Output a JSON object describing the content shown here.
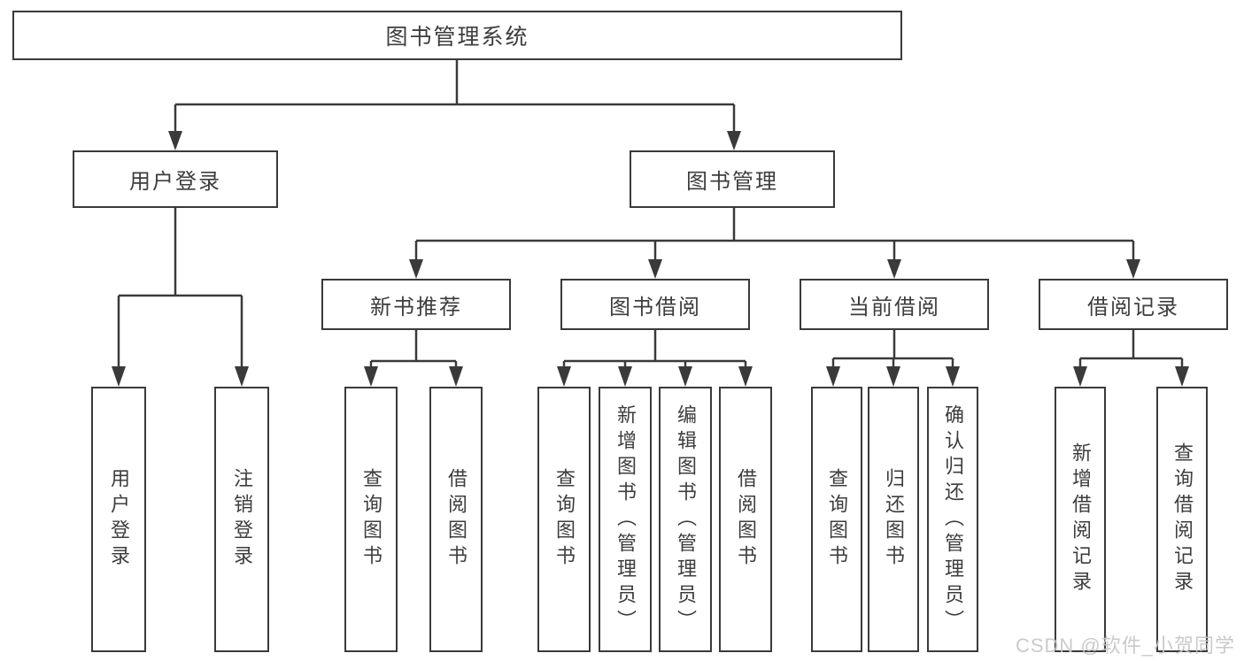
{
  "tree": {
    "label": "图书管理系统",
    "children": [
      {
        "label": "用户登录",
        "children": [
          {
            "label": "用户登录"
          },
          {
            "label": "注销登录"
          }
        ]
      },
      {
        "label": "图书管理",
        "children": [
          {
            "label": "新书推荐",
            "children": [
              {
                "label": "查询图书"
              },
              {
                "label": "借阅图书"
              }
            ]
          },
          {
            "label": "图书借阅",
            "children": [
              {
                "label": "查询图书"
              },
              {
                "label": "新增图书（管理员）"
              },
              {
                "label": "编辑图书（管理员）"
              },
              {
                "label": "借阅图书"
              }
            ]
          },
          {
            "label": "当前借阅",
            "children": [
              {
                "label": "查询图书"
              },
              {
                "label": "归还图书"
              },
              {
                "label": "确认归还（管理员）"
              }
            ]
          },
          {
            "label": "借阅记录",
            "children": [
              {
                "label": "新增借阅记录"
              },
              {
                "label": "查询借阅记录"
              }
            ]
          }
        ]
      }
    ]
  },
  "watermark": "CSDN @软件_小贺同学",
  "colors": {
    "line": "#3a3a3a",
    "text": "#3d3d3d",
    "watermark": "#c6c6c6",
    "background": "#ffffff"
  }
}
